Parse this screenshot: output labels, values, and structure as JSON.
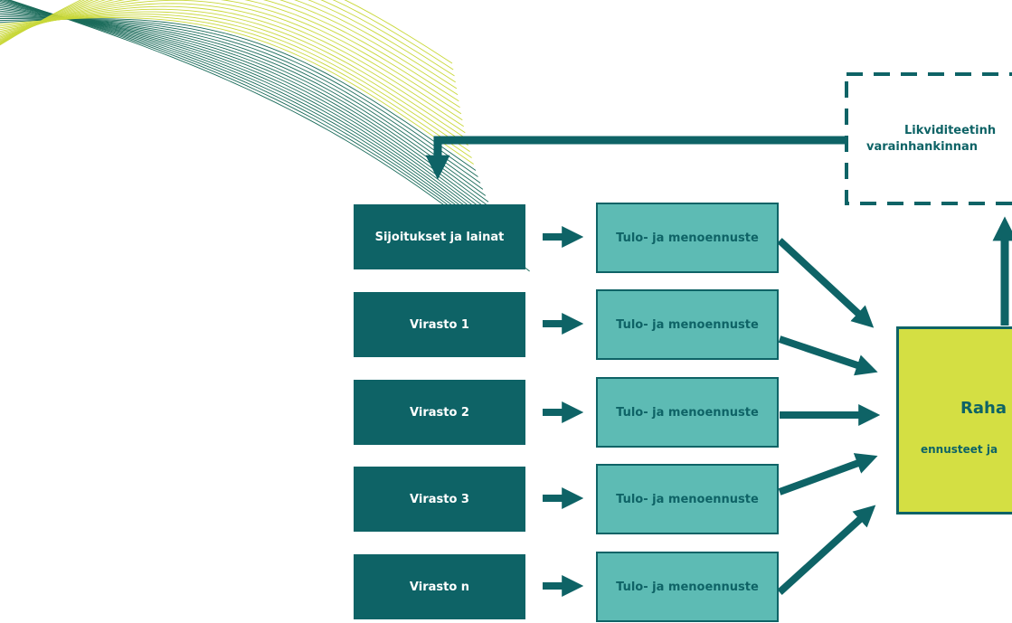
{
  "colors": {
    "dark_teal": "#0e6366",
    "light_teal": "#5dbbb4",
    "lime": "#d4df43",
    "line_lime": "#c9d83a",
    "line_green": "#1a6b5a"
  },
  "diagram": {
    "sources": [
      {
        "label": "Sijoitukset ja lainat",
        "forecast": "Tulo- ja menoennuste"
      },
      {
        "label": "Virasto 1",
        "forecast": "Tulo- ja menoennuste"
      },
      {
        "label": "Virasto 2",
        "forecast": "Tulo- ja menoennuste"
      },
      {
        "label": "Virasto 3",
        "forecast": "Tulo- ja menoennuste"
      },
      {
        "label": "Virasto n",
        "forecast": "Tulo- ja menoennuste"
      }
    ],
    "liquidity_box": {
      "line1": "Likviditeetinh",
      "line2": "varainhankinnan"
    },
    "cash_box": {
      "title": "Raha",
      "subtitle": "ennusteet ja"
    }
  },
  "decoration": {
    "name": "contour-line-pattern"
  }
}
